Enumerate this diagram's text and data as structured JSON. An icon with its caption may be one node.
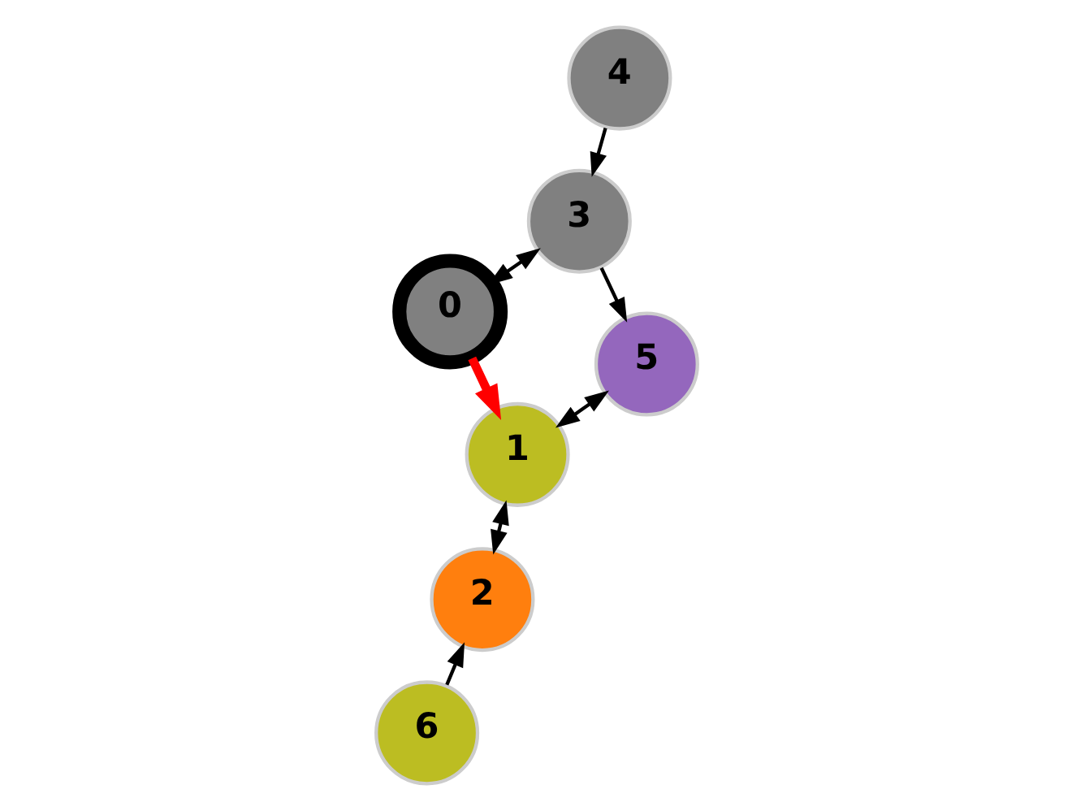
{
  "diagram": {
    "nodes": [
      {
        "text": [
          "0"
        ]
      },
      {
        "text": [
          "1"
        ]
      },
      {
        "text": [
          "2"
        ]
      },
      {
        "text": [
          "3"
        ]
      },
      {
        "text": [
          "4"
        ]
      },
      {
        "text": [
          "5"
        ]
      },
      {
        "text": [
          "6"
        ]
      }
    ],
    "edges": [
      {
        "from": 0,
        "to": 1,
        "arrow": "to",
        "style": "thick",
        "color": "#ff0000"
      },
      {
        "from": 0,
        "to": 3,
        "arrow": "both"
      },
      {
        "from": 1,
        "to": 5,
        "arrow": "both"
      },
      {
        "from": 1,
        "to": 2,
        "arrow": "both"
      },
      {
        "from": 3,
        "to": 5,
        "arrow": "to"
      },
      {
        "from": 4,
        "to": 3,
        "arrow": "to"
      },
      {
        "from": 6,
        "to": 2,
        "arrow": "to"
      }
    ]
  }
}
